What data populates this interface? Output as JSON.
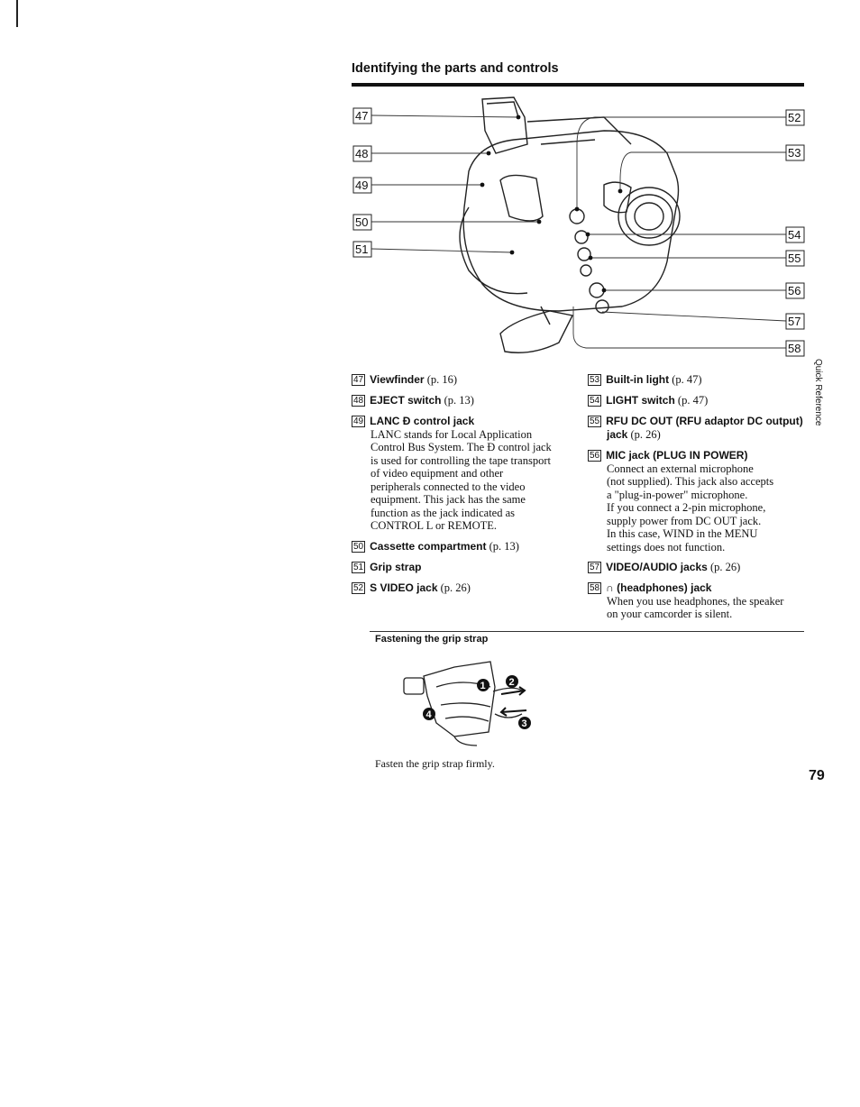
{
  "heading": "Identifying the parts and controls",
  "diagram": {
    "callouts": [
      "47",
      "48",
      "49",
      "50",
      "51",
      "52",
      "53",
      "54",
      "55",
      "56",
      "57",
      "58"
    ]
  },
  "items": [
    {
      "num": "47",
      "title": "Viewfinder",
      "ref": "(p. 16)"
    },
    {
      "num": "48",
      "title": "EJECT switch",
      "ref": "(p. 13)"
    },
    {
      "num": "49",
      "title": "LANC Ɖ control jack",
      "ref": "",
      "desc": [
        "LANC stands for Local Application",
        "Control Bus System. The Ɖ control jack",
        "is used for controlling the tape transport",
        "of video equipment and other",
        "peripherals connected to the video",
        "equipment. This jack has the same",
        "function as the jack indicated as",
        "CONTROL L or REMOTE."
      ]
    },
    {
      "num": "50",
      "title": "Cassette compartment",
      "ref": "(p. 13)"
    },
    {
      "num": "51",
      "title": "Grip strap",
      "ref": ""
    },
    {
      "num": "52",
      "title": "S VIDEO jack",
      "ref": "(p. 26)"
    },
    {
      "num": "53",
      "title": "Built-in light",
      "ref": "(p. 47)"
    },
    {
      "num": "54",
      "title": "LIGHT switch",
      "ref": "(p. 47)"
    },
    {
      "num": "55",
      "title": "RFU DC OUT (RFU adaptor DC output)",
      "title2": "jack",
      "ref": "(p. 26)"
    },
    {
      "num": "56",
      "title": "MIC jack (PLUG IN POWER)",
      "ref": "",
      "desc": [
        "Connect an external microphone",
        "(not supplied). This jack also accepts",
        "a \"plug-in-power\" microphone.",
        "If you connect a 2-pin microphone,",
        "supply power from DC OUT jack.",
        "In this case, WIND in the MENU",
        "settings does not function."
      ]
    },
    {
      "num": "57",
      "title": "VIDEO/AUDIO jacks",
      "ref": "(p. 26)"
    },
    {
      "num": "58",
      "title": "∩ (headphones) jack",
      "ref": "",
      "desc": [
        "When you use headphones, the speaker",
        "on your camcorder is silent."
      ]
    }
  ],
  "grip": {
    "subheading": "Fastening the grip strap",
    "steps": [
      "1",
      "2",
      "3",
      "4"
    ],
    "caption": "Fasten the grip strap firmly."
  },
  "side_tab": "Quick Reference",
  "page_number": "79"
}
